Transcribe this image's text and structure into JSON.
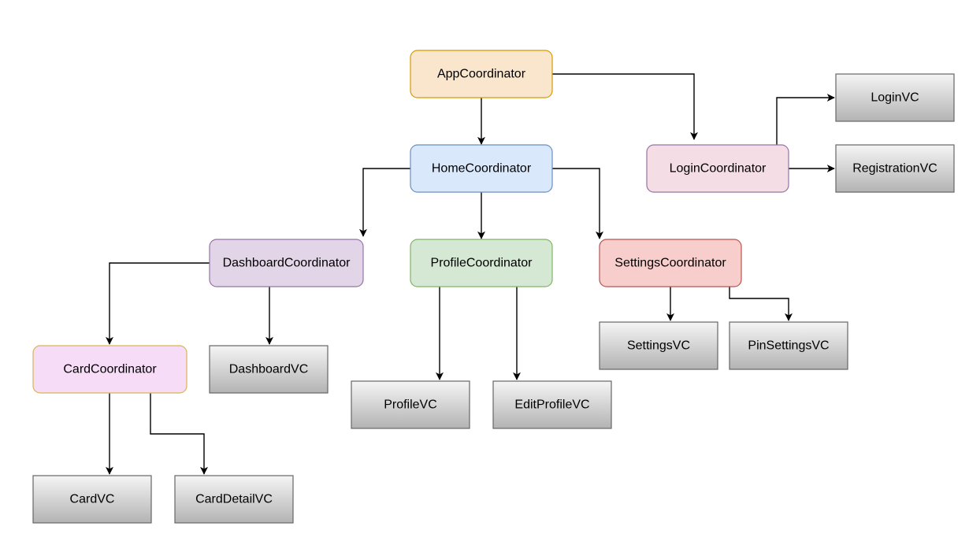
{
  "colors": {
    "app": {
      "fill": "#fae6cc",
      "stroke": "#d79b00"
    },
    "home": {
      "fill": "#dae8fc",
      "stroke": "#6c8ebf"
    },
    "login": {
      "fill": "#f5dde6",
      "stroke": "#9673a6"
    },
    "dashboard": {
      "fill": "#e1d5e7",
      "stroke": "#9673a6"
    },
    "profile": {
      "fill": "#d5e8d4",
      "stroke": "#82b366"
    },
    "settings": {
      "fill": "#f8cecc",
      "stroke": "#b85450"
    },
    "card": {
      "fill": "#f7dcf7",
      "stroke": "#d6b656"
    },
    "vc_top": "#f5f5f5",
    "vc_bottom": "#b3b3b3",
    "vc_stroke": "#666666",
    "edge": "#000000"
  },
  "nodes": {
    "app_coordinator": {
      "label": "AppCoordinator"
    },
    "home_coordinator": {
      "label": "HomeCoordinator"
    },
    "login_coordinator": {
      "label": "LoginCoordinator"
    },
    "login_vc": {
      "label": "LoginVC"
    },
    "registration_vc": {
      "label": "RegistrationVC"
    },
    "dashboard_coordinator": {
      "label": "DashboardCoordinator"
    },
    "profile_coordinator": {
      "label": "ProfileCoordinator"
    },
    "settings_coordinator": {
      "label": "SettingsCoordinator"
    },
    "settings_vc": {
      "label": "SettingsVC"
    },
    "pin_settings_vc": {
      "label": "PinSettingsVC"
    },
    "card_coordinator": {
      "label": "CardCoordinator"
    },
    "dashboard_vc": {
      "label": "DashboardVC"
    },
    "profile_vc": {
      "label": "ProfileVC"
    },
    "edit_profile_vc": {
      "label": "EditProfileVC"
    },
    "card_vc": {
      "label": "CardVC"
    },
    "card_detail_vc": {
      "label": "CardDetailVC"
    }
  },
  "edges": [
    {
      "from": "app_coordinator",
      "to": "home_coordinator"
    },
    {
      "from": "app_coordinator",
      "to": "login_coordinator"
    },
    {
      "from": "login_coordinator",
      "to": "login_vc"
    },
    {
      "from": "login_coordinator",
      "to": "registration_vc"
    },
    {
      "from": "home_coordinator",
      "to": "dashboard_coordinator"
    },
    {
      "from": "home_coordinator",
      "to": "profile_coordinator"
    },
    {
      "from": "home_coordinator",
      "to": "settings_coordinator"
    },
    {
      "from": "dashboard_coordinator",
      "to": "card_coordinator"
    },
    {
      "from": "dashboard_coordinator",
      "to": "dashboard_vc"
    },
    {
      "from": "profile_coordinator",
      "to": "profile_vc"
    },
    {
      "from": "profile_coordinator",
      "to": "edit_profile_vc"
    },
    {
      "from": "settings_coordinator",
      "to": "settings_vc"
    },
    {
      "from": "settings_coordinator",
      "to": "pin_settings_vc"
    },
    {
      "from": "card_coordinator",
      "to": "card_vc"
    },
    {
      "from": "card_coordinator",
      "to": "card_detail_vc"
    }
  ]
}
